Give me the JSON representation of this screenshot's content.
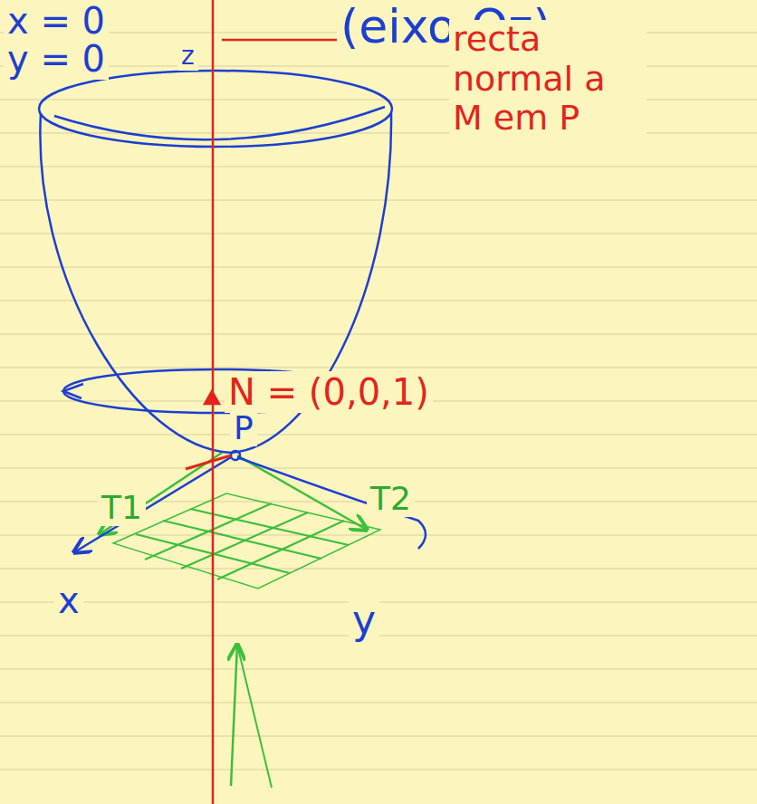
{
  "diagram": {
    "labels": [
      "x = 0",
      "y = 0",
      "(eixo Oz)",
      "z",
      "recta normal a M em P",
      "N = (0,0,1)",
      "P",
      "T1",
      "T2",
      "x",
      "y"
    ]
  }
}
